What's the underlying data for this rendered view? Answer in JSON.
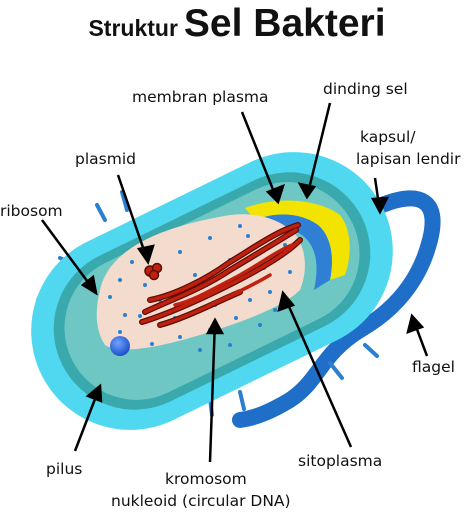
{
  "title": {
    "prefix": "Struktur",
    "main": "Sel Bakteri"
  },
  "labels": {
    "membran_plasma": "membran plasma",
    "dinding_sel": "dinding sel",
    "kapsul_line1": "kapsul/",
    "kapsul_line2": "lapisan lendir",
    "plasmid": "plasmid",
    "ribosom": "ribosom",
    "flagel": "flagel",
    "pilus": "pilus",
    "sitoplasma": "sitoplasma",
    "kromosom": "kromosom",
    "nukleoid": "nukleoid (circular DNA)"
  },
  "colors": {
    "capsule": "#4fd8ef",
    "cell_wall_outer": "#3aa9ad",
    "cell_wall_inner": "#6fc7c4",
    "membrane_accent": "#2f7fd4",
    "wall_yellow": "#f2e300",
    "cytoplasm": "#f3dccd",
    "ribosome_dot": "#2b7fd0",
    "flagellum": "#1f6fc9",
    "pilus": "#2b7fd0",
    "dna_red": "#c0200f",
    "dna_dark": "#5c0d06",
    "inclusion": "#1f5fd6"
  }
}
